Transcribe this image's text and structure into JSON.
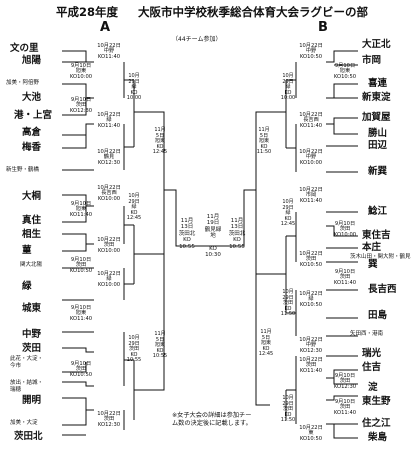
{
  "header": {
    "year": "平成28年度",
    "title": "大阪市中学校秋季総合体育大会ラグビーの部",
    "side_a": "A",
    "side_b": "B",
    "participants": "（44チーム参加）"
  },
  "teams_a": [
    "文の里",
    "旭陽",
    "加美・阿倍野",
    "大池",
    "港・上宮",
    "高倉",
    "梅香",
    "新生野・鶴橋",
    "大桐",
    "真住",
    "相生",
    "菫",
    "関大北陽",
    "緑",
    "城東",
    "中野",
    "茨田",
    "此花・大淀・今市",
    "放出・結城・瑞穂",
    "開明",
    "加美・大淀",
    "茨田北"
  ],
  "teams_b": [
    "大正北",
    "市岡",
    "喜連",
    "新東淀",
    "加賀屋",
    "勝山",
    "田辺",
    "新巽",
    "鯰江",
    "東住吉",
    "本庄",
    "茨木山田・関大附・鶴見",
    "巽",
    "長吉西",
    "田島",
    "矢田西・港南",
    "瑞光",
    "住吉",
    "淀",
    "東生野",
    "住之江",
    "柴島"
  ],
  "matches": {
    "m1": "10月22日\n中野\nKO11:40",
    "m2": "9月10日\n旭東\nKO10:00",
    "m3": "10月\n29日\n緑\nKO\n10:00",
    "m4": "9月10日\n茨田\nKO12:30",
    "m5": "10月22日\n緑\nKO11:40",
    "m6": "10月22日\n鶴見\nKO12:30",
    "m7": "9月10日\n旭東\nKO11:40",
    "m8": "10月22日\n長吉西\nKO10:00",
    "m9": "10月\n29日\n緑\nKO\n12:45",
    "m10": "10月22日\n茨田\nKO10:00",
    "m11": "9月10日\n茨田\nKO10:50",
    "m12": "10月22日\n緑\nKO10:00",
    "m13": "9月10日\n旭東\nKO11:40",
    "m14": "10月\n29日\n茨田\nKO\n10:55",
    "m15": "9月10日\n茨田\nKO10:50",
    "m16": "10月22日\n茨田\nKO12:30",
    "m17": "11月\n5日\n旭東\nKO\n12:45",
    "m18": "11月\n5日\n旭東\nKO\n10:55",
    "b1": "10月22日\n中野\nKO10:50",
    "b2": "9月10日\n旭東\nKO10:50",
    "b3": "10月\n29日\n緑\nKO\n10:00",
    "b4": "10月22日\n長吉西\nKO11:40",
    "b5": "10月22日\n中野\nKO10:00",
    "b6": "10月22日\n市岡\nKO11:40",
    "b7": "9月10日\n茨田\nKO10:00",
    "b8": "10月\n29日\n緑\nKO\n12:45",
    "b9": "9月10日\n茨田\nKO11:40",
    "b10": "10月22日\n茨田\nKO10:50",
    "b11": "10月\n29日\n茨田\nKO\n11:50",
    "b12": "10月22日\n緑\nKO10:50",
    "b13": "10月22日\n中野\nKO12:30",
    "b14": "10月22日\n茨田\nKO11:40",
    "b15": "9月10日\n茨田\nKO12:30",
    "b16": "10月\n29日\n茨田\nKO\n11:50",
    "b17": "9月10日\n茨田\nKO11:40",
    "b18": "10月22日\n東\nKO10:50",
    "b19": "11月\n5日\n旭東\nKO\n11:50",
    "b20": "11月\n5日\n旭東\nKO\n12:45"
  },
  "semi_a": "11月\n13日\n茨田北\nKO\n10:55",
  "semi_b": "11月\n13日\n茨田北\nKO\n10:55",
  "final": "11月\n19日\n鶴見緑地\n\nKO\n10:30",
  "note": "※女子大会の詳細は参加チーム数の決定後に記載します。"
}
